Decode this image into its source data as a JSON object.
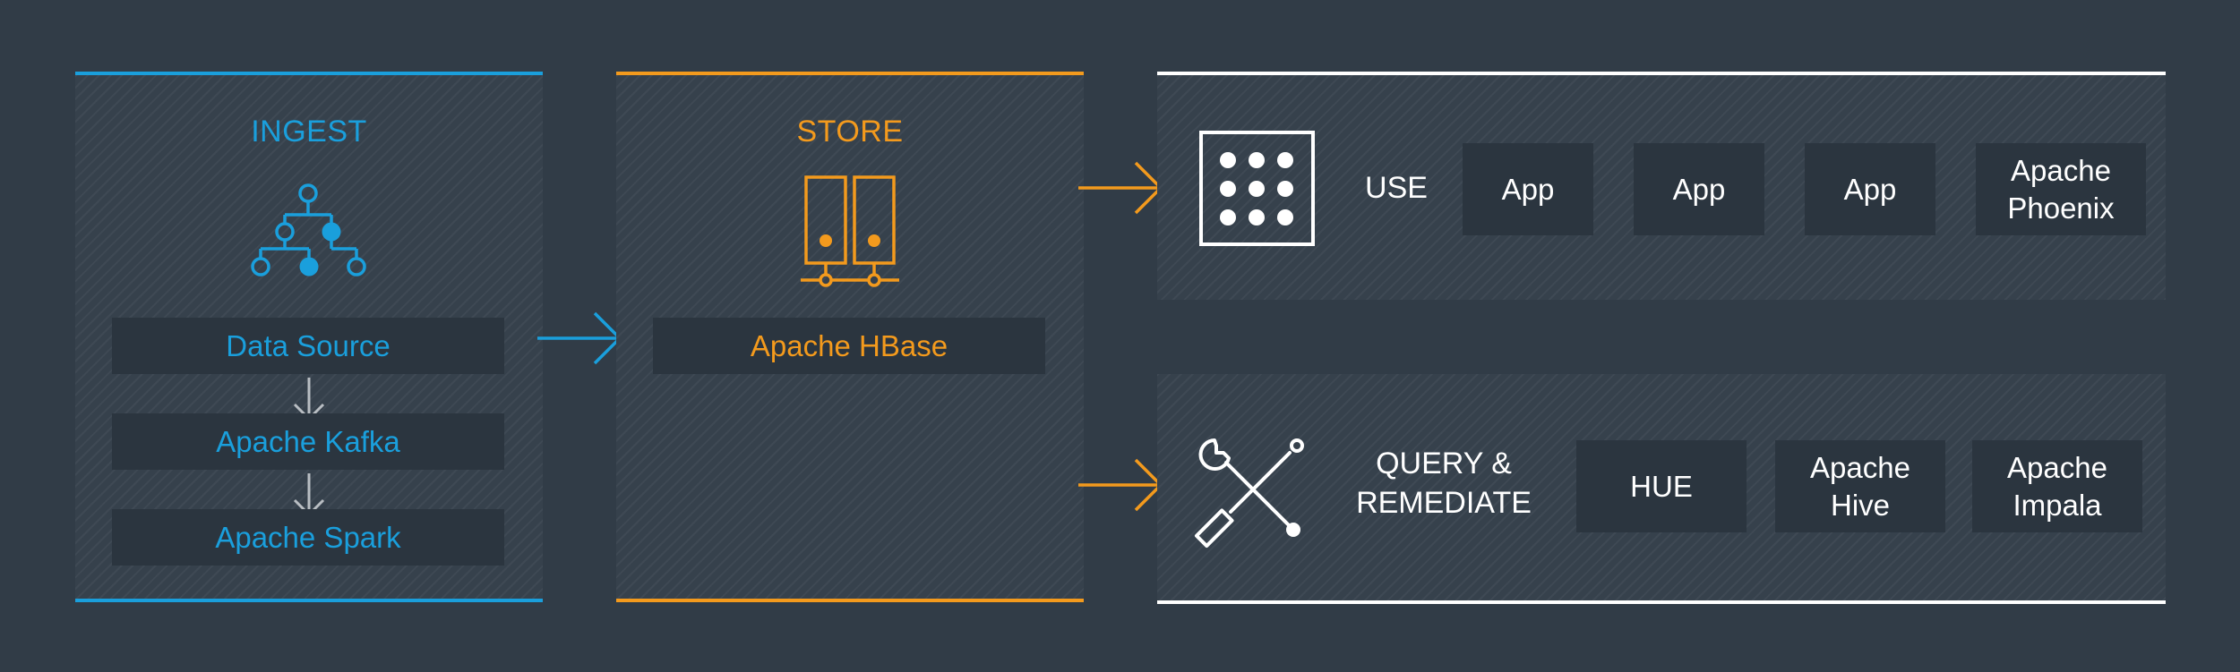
{
  "ingest": {
    "title": "INGEST",
    "items": [
      "Data Source",
      "Apache Kafka",
      "Apache Spark"
    ]
  },
  "store": {
    "title": "STORE",
    "item": "Apache HBase"
  },
  "use": {
    "label": "USE",
    "items": [
      "App",
      "App",
      "App",
      "Apache Phoenix"
    ]
  },
  "query": {
    "label": "QUERY & REMEDIATE",
    "items": [
      "HUE",
      "Apache Hive",
      "Apache Impala"
    ]
  },
  "colors": {
    "background": "#313c47",
    "ingest_accent": "#1a9fdc",
    "store_accent": "#f39a1d",
    "consume_accent": "#ffffff",
    "box_fill": "#2b353f"
  },
  "icons": {
    "ingest": "hierarchy-tree-icon",
    "store": "server-icon",
    "use": "app-grid-icon",
    "query": "wrench-screwdriver-icon"
  }
}
